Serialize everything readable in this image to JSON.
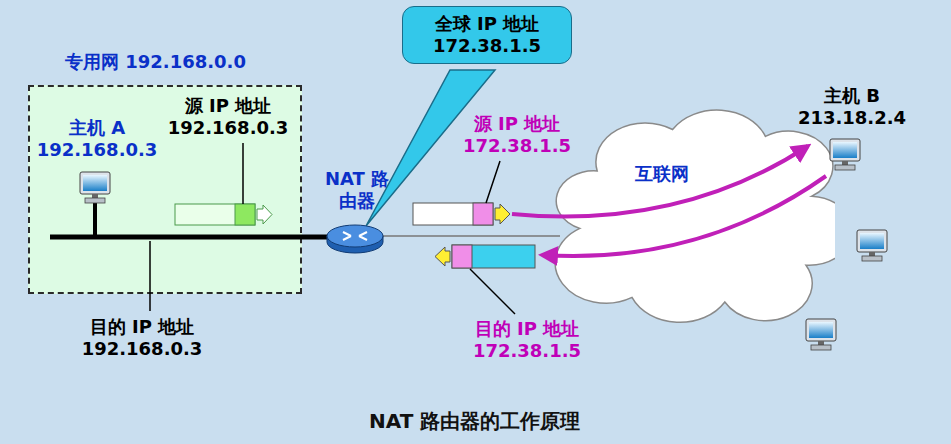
{
  "diagram": {
    "caption": "NAT 路由器的工作原理",
    "nodes": [
      {
        "text": [
          "专用网 192.168.0.0"
        ]
      },
      {
        "text": [
          "全球 IP 地址 172.38.1.5"
        ]
      },
      {
        "text": [
          "互联网"
        ]
      }
    ],
    "labels": [
      "主机 A 192.168.0.3",
      "源 IP 地址 192.168.0.3",
      "目的 IP 地址 192.168.0.3",
      "NAT 路由器",
      "源 IP 地址 172.38.1.5",
      "目的 IP 地址 172.38.1.5",
      "主机 B 213.18.2.4"
    ]
  }
}
